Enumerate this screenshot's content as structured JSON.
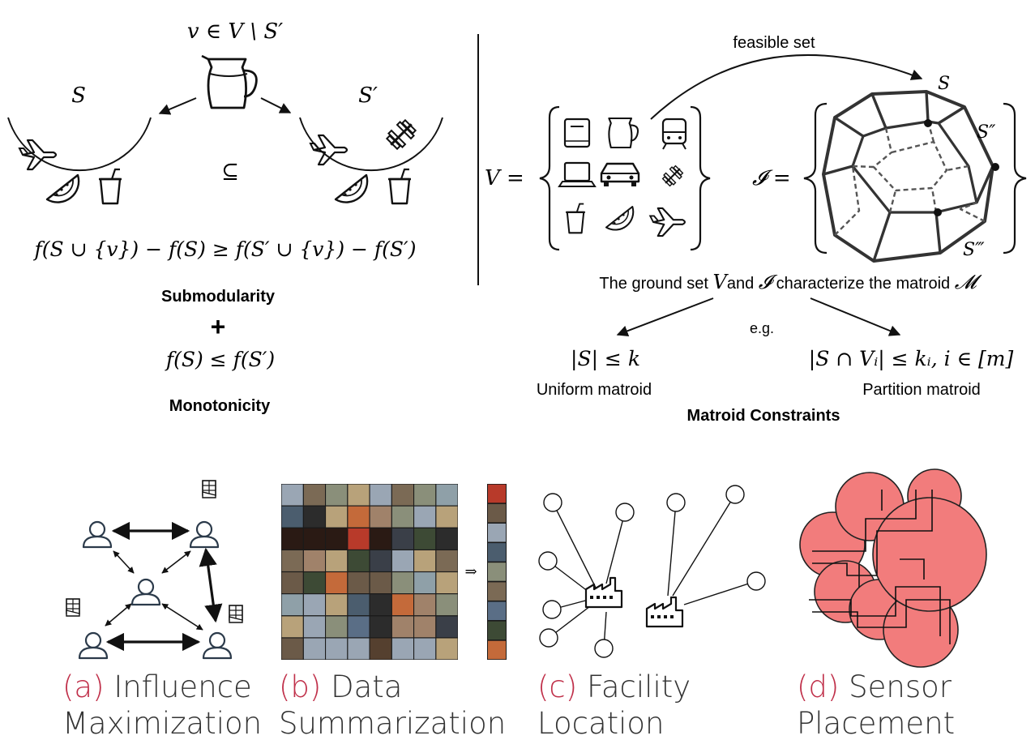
{
  "submodularity": {
    "top_element": "v ∈ V \\ S′",
    "left_set": "S",
    "right_set": "S′",
    "subset_symbol": "⊆",
    "inequality": "f(S ∪ {v}) − f(S) ≥ f(S′ ∪ {v}) − f(S′)",
    "title": "Submodularity",
    "plus": "+",
    "monotone_inequality": "f(S) ≤ f(S′)",
    "monotone_title": "Monotonicity"
  },
  "matroid": {
    "feasible_label": "feasible set",
    "S_label": "S",
    "S2_label": "S″",
    "S3_label": "S‴",
    "V_eq": "V =",
    "I_eq": "𝓘 =",
    "ground_text_1": "The ground set ",
    "ground_V": "V",
    "ground_text_2": "and ",
    "ground_I": "𝓘",
    "ground_text_3": " characterize the matroid ",
    "ground_M": "𝓜",
    "eg": "e.g.",
    "uniform_formula": "|S| ≤ k",
    "uniform_label": "Uniform matroid",
    "partition_formula": "|S ∩ Vᵢ| ≤ kᵢ, i ∈ [m]",
    "partition_label": "Partition matroid",
    "title": "Matroid Constraints"
  },
  "applications": [
    {
      "tag": "(a)",
      "line1": "Influence",
      "line2": "Maximization"
    },
    {
      "tag": "(b)",
      "line1": "Data",
      "line2": "Summarization"
    },
    {
      "tag": "(c)",
      "line1": "Facility",
      "line2": "Location"
    },
    {
      "tag": "(d)",
      "line1": "Sensor",
      "line2": "Placement"
    }
  ],
  "summary_arrow": "⇒",
  "colors": {
    "accent_red": "#c0304a",
    "sensor_fill": "#f27c7c"
  }
}
